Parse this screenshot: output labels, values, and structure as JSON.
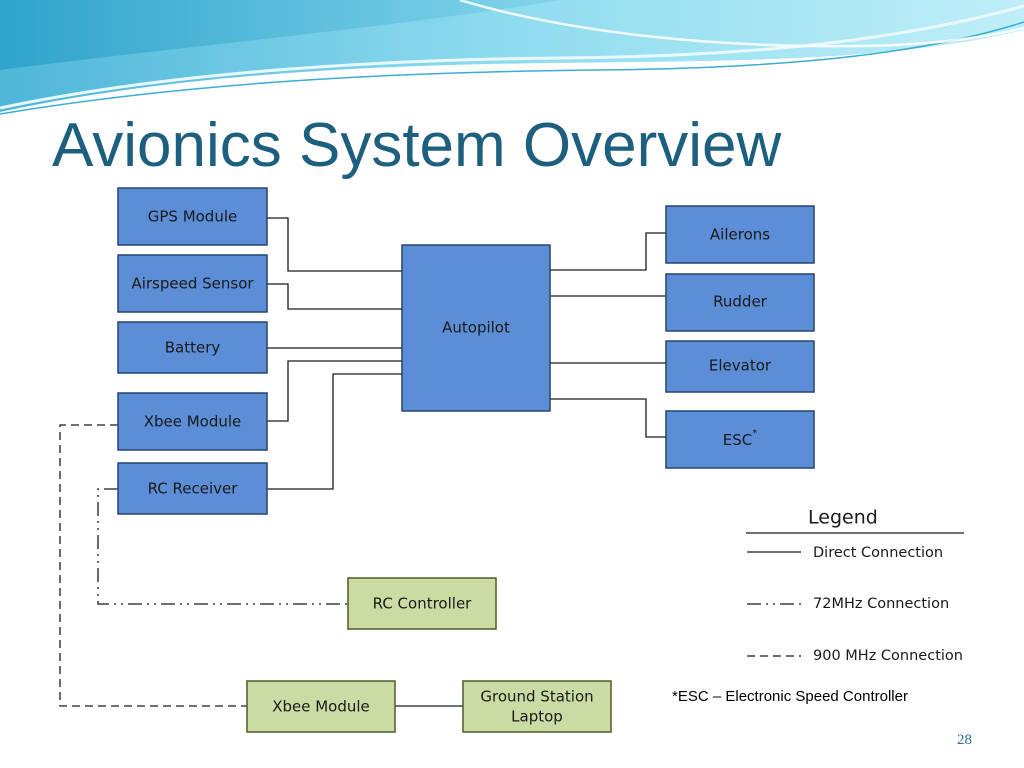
{
  "slide": {
    "title": "Avionics System Overview",
    "page_number": "28",
    "footnote": "*ESC – Electronic Speed Controller"
  },
  "colors": {
    "title": "#1d5f7e",
    "component_fill": "#5b8ed6",
    "component_border": "#27446d",
    "ground_fill": "#cbdba4",
    "ground_border": "#4d5c2a",
    "wave_accent": "#5fc3df"
  },
  "diagram": {
    "components": {
      "gps": "GPS Module",
      "airspeed": "Airspeed Sensor",
      "battery": "Battery",
      "xbee_onboard": "Xbee Module",
      "rc_receiver": "RC Receiver",
      "autopilot": "Autopilot",
      "ailerons": "Ailerons",
      "rudder": "Rudder",
      "elevator": "Elevator",
      "esc": "ESC",
      "esc_marker": "*",
      "rc_controller": "RC Controller",
      "xbee_ground": "Xbee Module",
      "ground_station_line1": "Ground Station",
      "ground_station_line2": "Laptop"
    },
    "legend": {
      "title": "Legend",
      "direct": "Direct Connection",
      "mhz72": "72MHz Connection",
      "mhz900": "900 MHz Connection"
    }
  }
}
